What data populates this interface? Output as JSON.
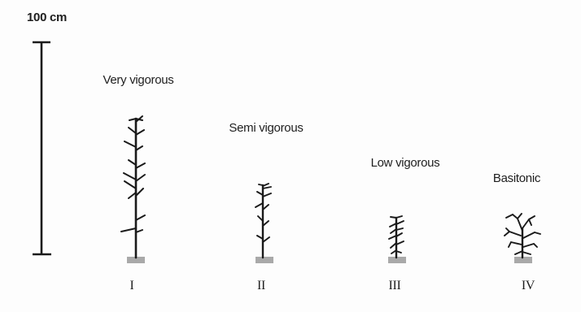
{
  "scale": {
    "label": "100 cm"
  },
  "categories": [
    {
      "id": "I",
      "label": "Very vigorous",
      "numeral": "I"
    },
    {
      "id": "II",
      "label": "Semi vigorous",
      "numeral": "II"
    },
    {
      "id": "III",
      "label": "Low vigorous",
      "numeral": "III"
    },
    {
      "id": "IV",
      "label": "Basitonic",
      "numeral": "IV"
    }
  ],
  "colors": {
    "stroke": "#1a1a1a",
    "ground": "#a9a9a9",
    "background": "#ffffff"
  }
}
